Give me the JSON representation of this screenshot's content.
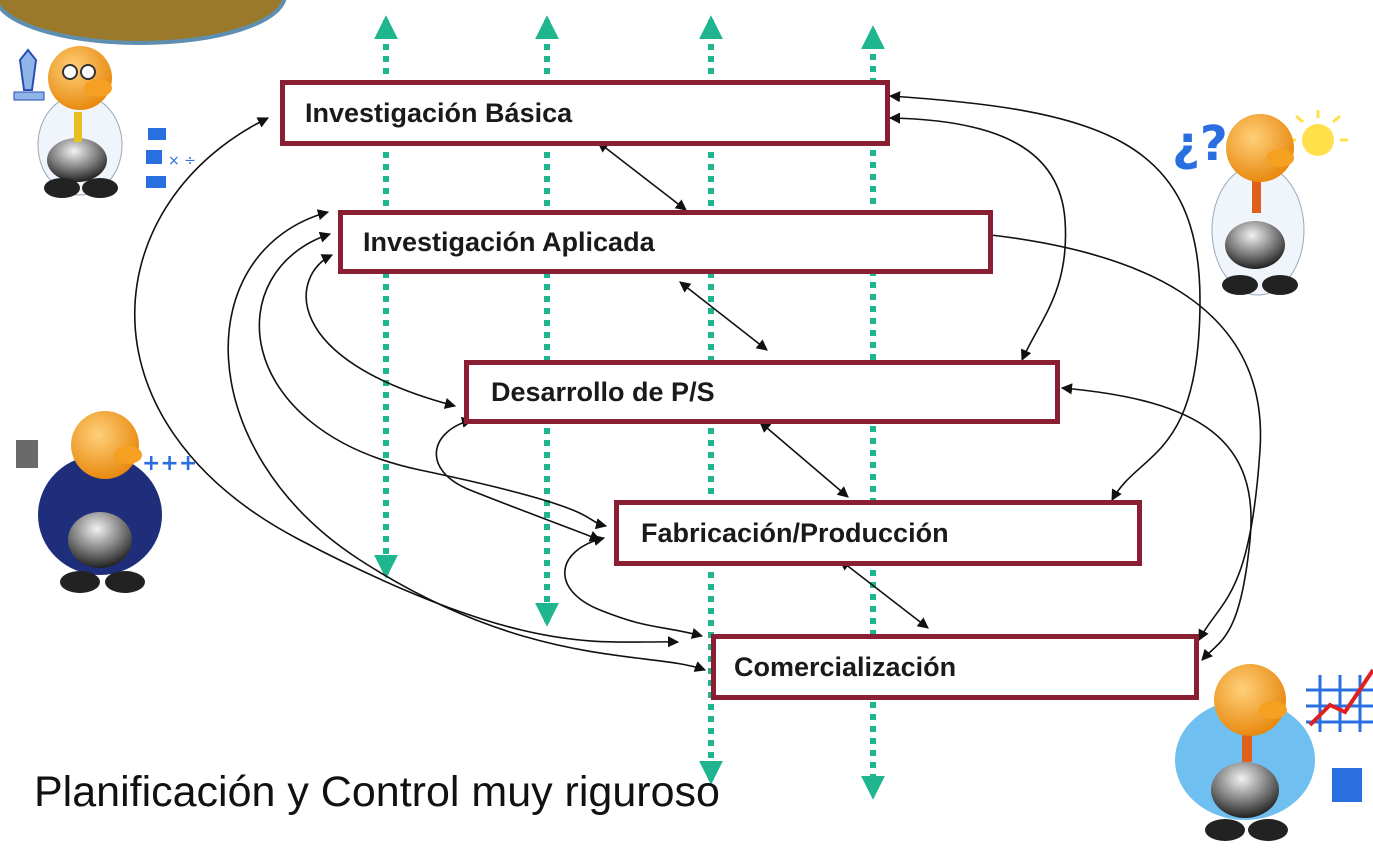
{
  "stages": [
    {
      "label": "Investigación Básica"
    },
    {
      "label": "Investigación Aplicada"
    },
    {
      "label": "Desarrollo de P/S"
    },
    {
      "label": "Fabricación/Producción"
    },
    {
      "label": "Comercialización"
    }
  ],
  "footer": {
    "text": "Planificación y Control muy riguroso"
  },
  "colors": {
    "box_border": "#8a1e32",
    "dotted_arrow": "#1fb58f",
    "connector": "#111111",
    "bubble_fill": "#9a7a2a"
  },
  "icons": [
    "researcher-with-microscope-icon",
    "thinking-scientist-icon",
    "engineer-icon",
    "salesperson-with-chart-icon"
  ]
}
